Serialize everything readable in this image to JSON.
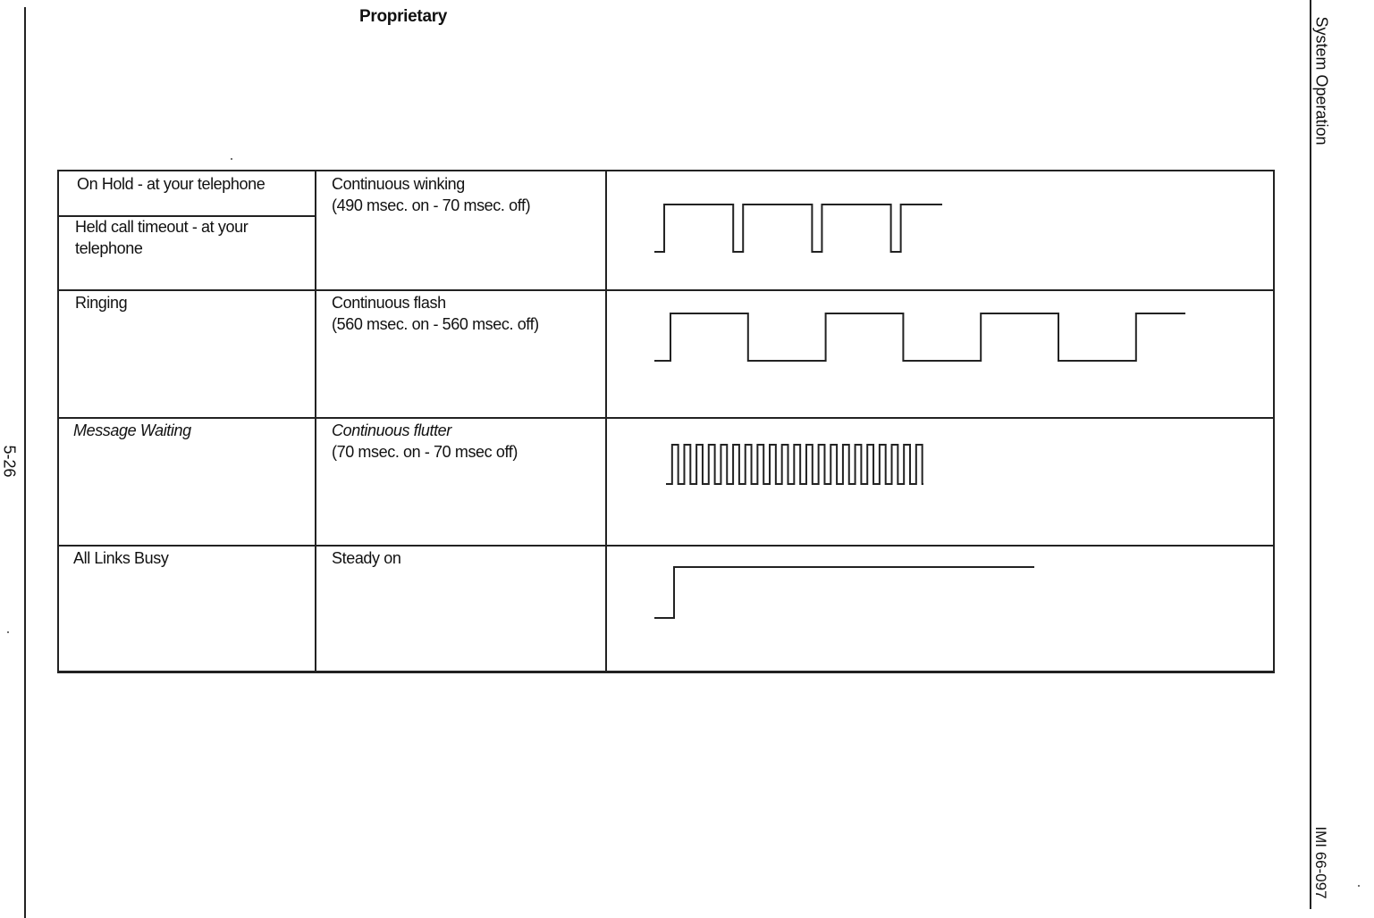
{
  "header": {
    "title": "Proprietary"
  },
  "margins": {
    "page_number": "5-26",
    "section_title": "System Operation",
    "document_id": "IMI 66-097"
  },
  "table": {
    "rows": [
      {
        "conditions": [
          "On Hold - at your telephone",
          "Held call timeout - at your",
          "telephone"
        ],
        "pattern_name": "Continuous winking",
        "pattern_timing": "(490 msec. on - 70 msec. off)",
        "waveform": {
          "type": "pulse",
          "on_ms": 490,
          "off_ms": 70
        }
      },
      {
        "conditions": [
          "Ringing"
        ],
        "pattern_name": "Continuous flash",
        "pattern_timing": "(560 msec. on - 560 msec. off)",
        "waveform": {
          "type": "pulse",
          "on_ms": 560,
          "off_ms": 560
        }
      },
      {
        "conditions": [
          "Message Waiting"
        ],
        "pattern_name": "Continuous flutter",
        "pattern_timing": "(70 msec. on - 70 msec off)",
        "waveform": {
          "type": "pulse",
          "on_ms": 70,
          "off_ms": 70
        }
      },
      {
        "conditions": [
          "All Links Busy"
        ],
        "pattern_name": "Steady on",
        "pattern_timing": "",
        "waveform": {
          "type": "steady"
        }
      }
    ]
  }
}
